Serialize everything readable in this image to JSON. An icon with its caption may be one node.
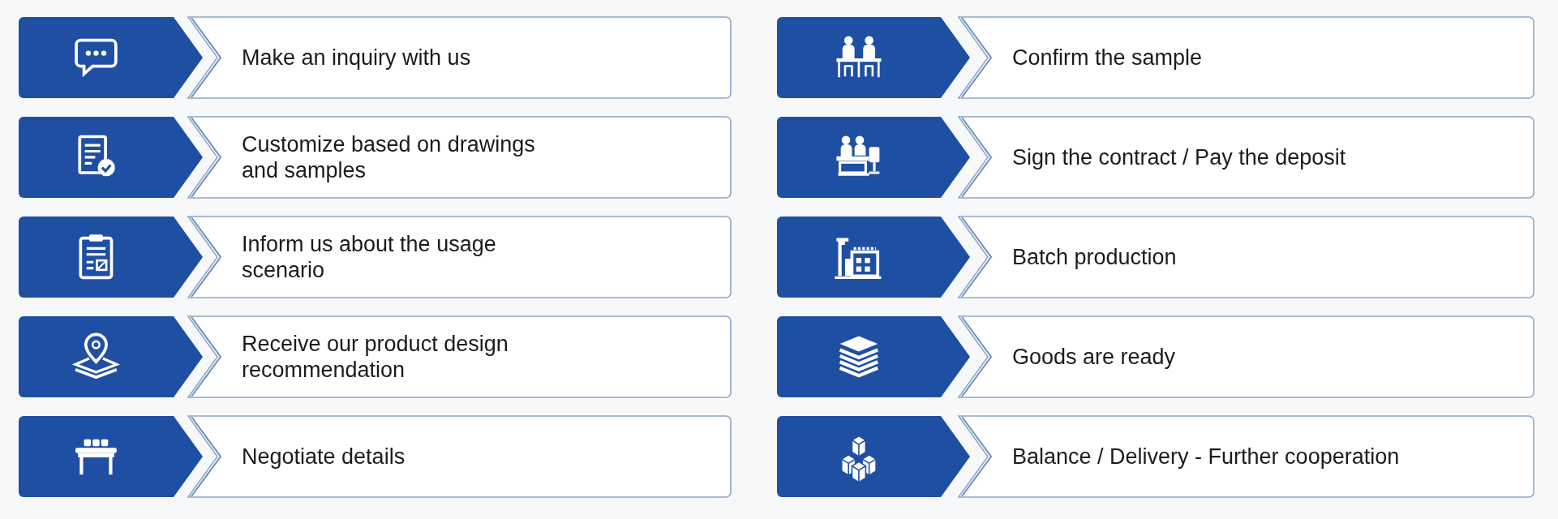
{
  "diagram": {
    "nodes": [
      {
        "text": [
          "Make an inquiry with us"
        ]
      },
      {
        "text": [
          "Customize based on drawings and samples"
        ]
      },
      {
        "text": [
          "Inform us about the usage scenario"
        ]
      },
      {
        "text": [
          "Receive our product design recommendation"
        ]
      },
      {
        "text": [
          "Negotiate details"
        ]
      },
      {
        "text": [
          "Confirm the sample"
        ]
      },
      {
        "text": [
          "Sign the contract / Pay the deposit"
        ]
      },
      {
        "text": [
          "Batch production"
        ]
      },
      {
        "text": [
          "Goods are ready"
        ]
      },
      {
        "text": [
          "Balance / Delivery - Further cooperation"
        ]
      }
    ]
  }
}
